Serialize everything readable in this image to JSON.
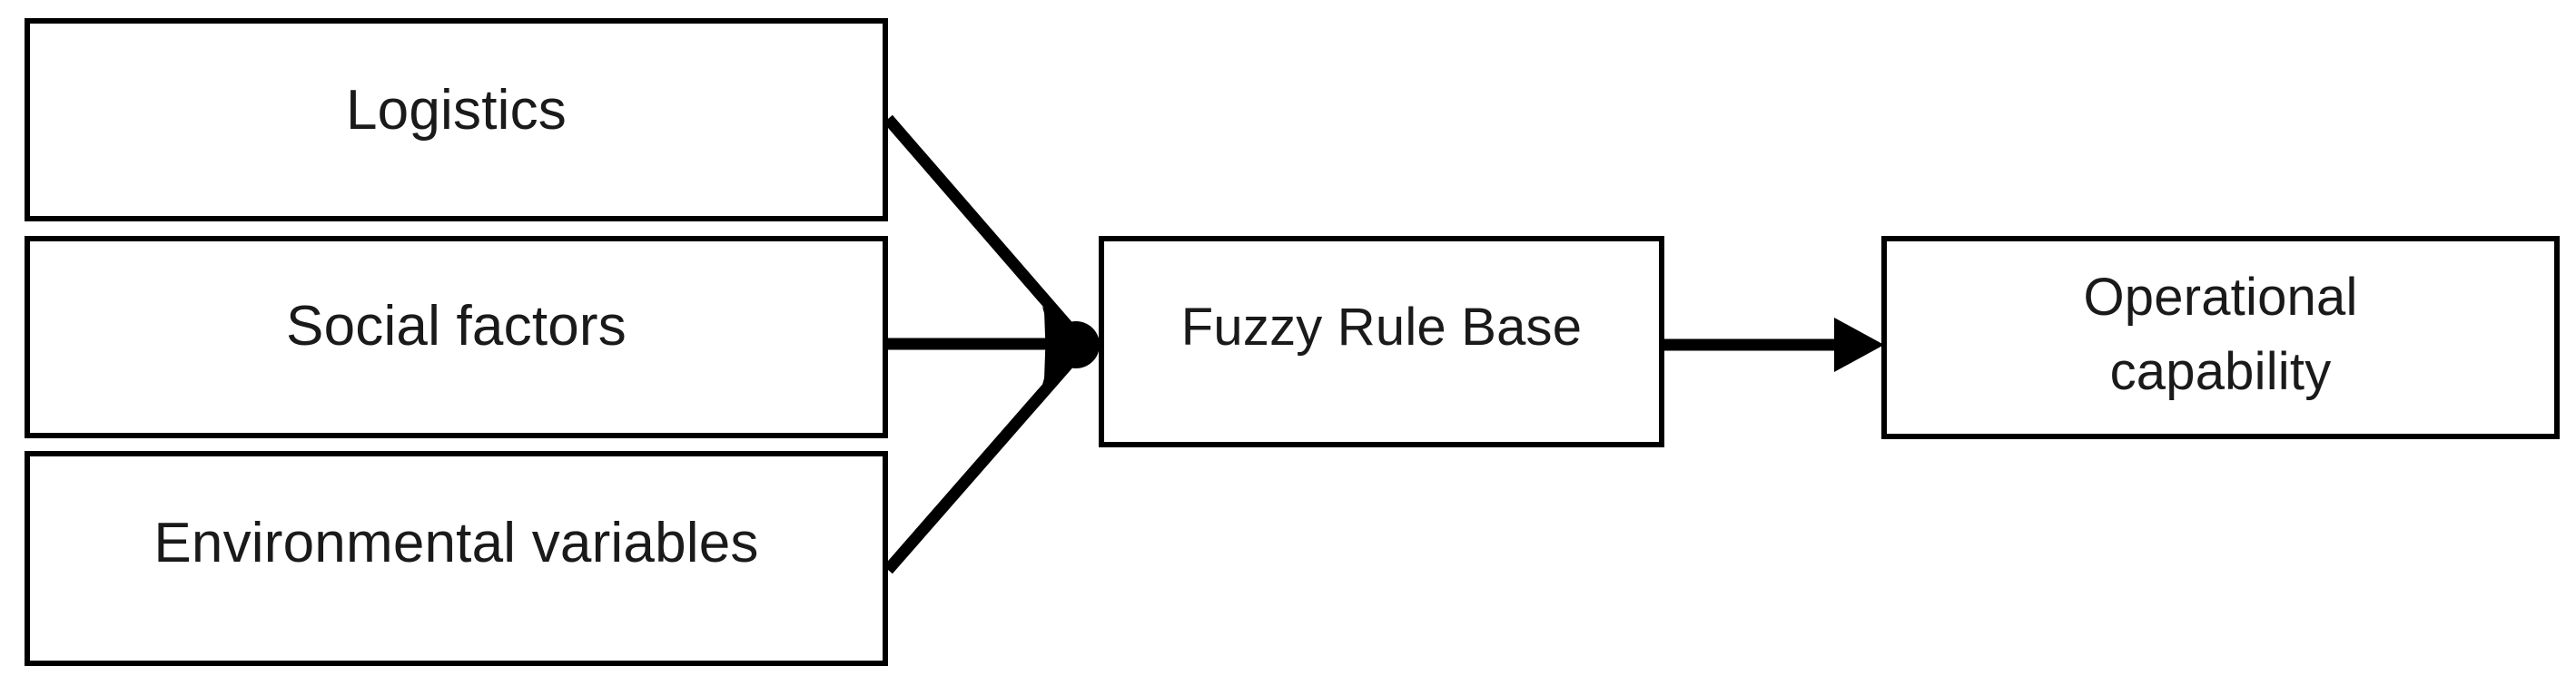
{
  "diagram": {
    "background_color": "#ffffff",
    "line_color": "#000000",
    "text_color": "#1a1a1a",
    "nodes": {
      "logistics": {
        "label": "Logistics"
      },
      "social_factors": {
        "label": "Social factors"
      },
      "environmental_variables": {
        "label": "Environmental variables"
      },
      "fuzzy_rule_base": {
        "label": "Fuzzy Rule Base"
      },
      "operational_capability": {
        "label": "Operational\ncapability"
      }
    },
    "connectors": [
      {
        "name": "logistics-to-fuzzy",
        "from": "logistics",
        "to": "fuzzy_rule_base",
        "style": "solid-arrow"
      },
      {
        "name": "social-factors-to-fuzzy",
        "from": "social_factors",
        "to": "fuzzy_rule_base",
        "style": "solid-arrow"
      },
      {
        "name": "environmental-variables-to-fuzzy",
        "from": "environmental_variables",
        "to": "fuzzy_rule_base",
        "style": "solid-arrow"
      },
      {
        "name": "fuzzy-to-operational-capability",
        "from": "fuzzy_rule_base",
        "to": "operational_capability",
        "style": "solid-arrow"
      }
    ]
  }
}
